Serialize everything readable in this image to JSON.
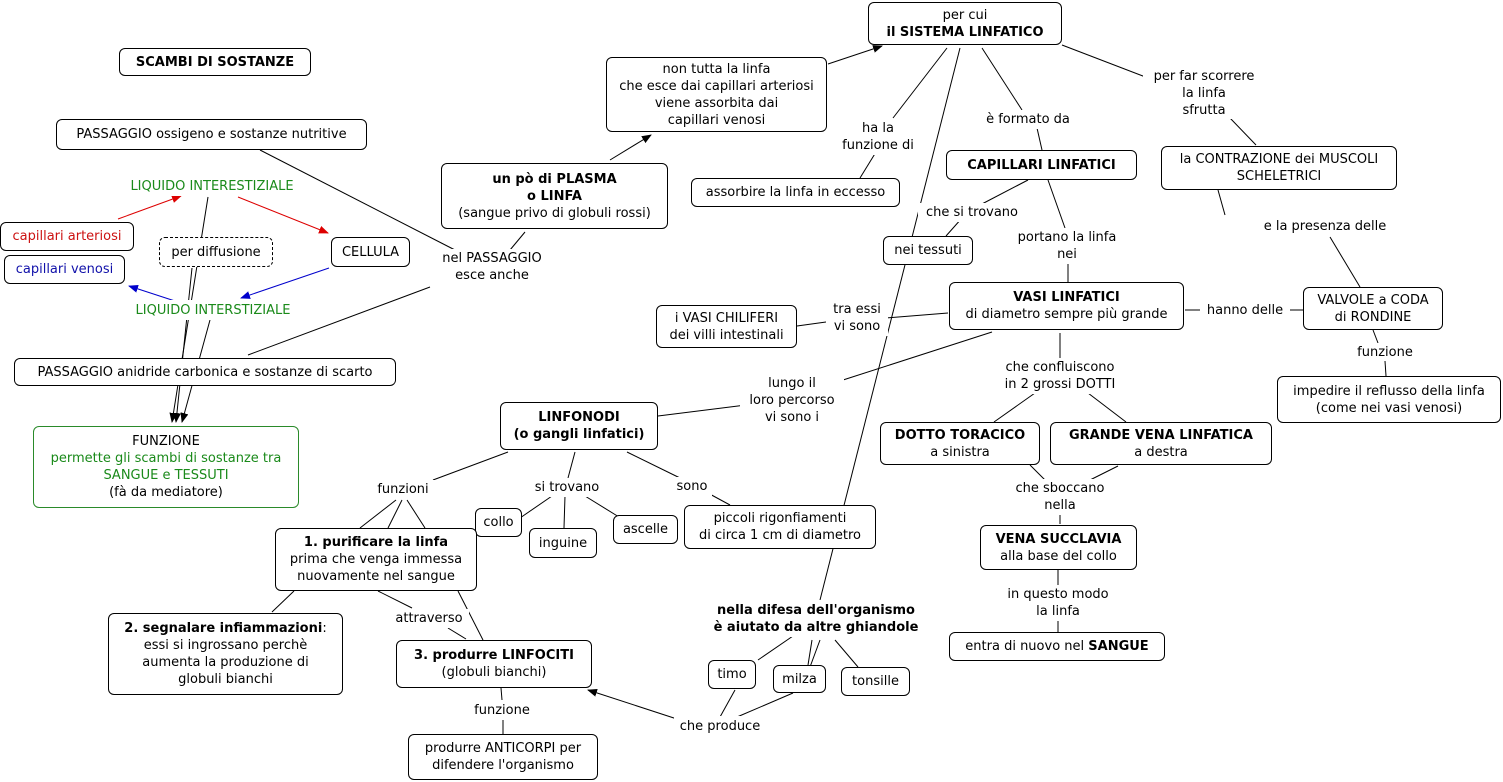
{
  "title": "SCAMBI DI SOSTANZE",
  "left": {
    "passaggio_o2": "PASSAGGIO ossigeno e sostanze nutritive",
    "liquido_top": "LIQUIDO INTERESTIZIALE",
    "liquido_bottom": "LIQUIDO INTERSTIZIALE",
    "capillari_arteriosi": "capillari arteriosi",
    "capillari_venosi": "capillari venosi",
    "per_diffusione": "per diffusione",
    "cellula": "CELLULA",
    "nel_passaggio": [
      "nel PASSAGGIO",
      "esce anche"
    ],
    "passaggio_co2": "PASSAGGIO anidride carbonica e sostanze di scarto",
    "funzione": {
      "l1": "FUNZIONE",
      "l2": "permette gli scambi di sostanze tra",
      "l3": "SANGUE e TESSUTI",
      "l4": "(fà da mediatore)"
    }
  },
  "plasma": {
    "l1": "un pò di PLASMA",
    "l2": "o LINFA",
    "l3": "(sangue privo di globuli rossi)"
  },
  "non_tutta": [
    "non tutta la linfa",
    "che esce dai capillari arteriosi",
    "viene assorbita dai",
    "capillari venosi"
  ],
  "sistema": {
    "l1": "per cui",
    "l2": "il SISTEMA LINFATICO"
  },
  "ha_la_funzione": [
    "ha la",
    "funzione di"
  ],
  "assorbire": "assorbire la linfa in eccesso",
  "formato_da": "è formato da",
  "capillari_linfatici": "CAPILLARI LINFATICI",
  "che_si_trovano": "che si trovano",
  "nei_tessuti": "nei tessuti",
  "portano": [
    "portano la linfa",
    "nei"
  ],
  "vasi": {
    "l1": "VASI LINFATICI",
    "l2": "di diametro sempre più grande"
  },
  "tra_essi": [
    "tra essi",
    "vi sono"
  ],
  "chiliferi": [
    "i VASI CHILIFERI",
    "dei villi intestinali"
  ],
  "hanno_delle": "hanno delle",
  "valvole": [
    "VALVOLE a CODA",
    "di RONDINE"
  ],
  "funzione_valvole": "funzione",
  "impedire": [
    "impedire il reflusso della linfa",
    "(come nei vasi venosi)"
  ],
  "far_scorrere": [
    "per far scorrere",
    "la linfa",
    "sfrutta"
  ],
  "contrazione": [
    "la CONTRAZIONE dei MUSCOLI",
    "SCHELETRICI"
  ],
  "presenza": "e la presenza delle",
  "confluiscono": [
    "che confluiscono",
    "in 2 grossi DOTTI"
  ],
  "dotto": {
    "l1": "DOTTO TORACICO",
    "l2": "a sinistra"
  },
  "grande_vena": {
    "l1": "GRANDE VENA LINFATICA",
    "l2": "a destra"
  },
  "sboccano": [
    "che sboccano",
    "nella"
  ],
  "succlavia": {
    "l1": "VENA SUCCLAVIA",
    "l2": "alla base del collo"
  },
  "in_questo_modo": [
    "in questo modo",
    "la linfa"
  ],
  "entra": {
    "pre": "entra di nuovo nel ",
    "bold": "SANGUE"
  },
  "lungo": [
    "lungo il",
    "loro percorso",
    "vi sono i"
  ],
  "linfonodi": [
    "LINFONODI",
    "(o gangli linfatici)"
  ],
  "funzioni": "funzioni",
  "si_trovano": "si trovano",
  "sono": "sono",
  "collo": "collo",
  "inguine": "inguine",
  "ascelle": "ascelle",
  "rigonfiamenti": [
    "piccoli rigonfiamenti",
    "di circa 1 cm di diametro"
  ],
  "purificare": {
    "l1": "1. purificare la linfa",
    "l2": "prima che venga immessa",
    "l3": "nuovamente nel sangue"
  },
  "segnalare": {
    "bold": "2. segnalare infiammazioni",
    "rest": ":",
    "l2": "essi si ingrossano perchè",
    "l3": "aumenta la produzione di",
    "l4": "globuli bianchi"
  },
  "attraverso": "attraverso",
  "linfociti": {
    "l1": "3. produrre LINFOCITI",
    "l2": "(globuli bianchi)"
  },
  "funzione_linfociti": "funzione",
  "anticorpi": [
    "produrre ANTICORPI per",
    "difendere l'organismo"
  ],
  "difesa": [
    "nella difesa dell'organismo",
    "è aiutato da altre ghiandole"
  ],
  "timo": "timo",
  "milza": "milza",
  "tonsille": "tonsille",
  "che_produce": "che produce",
  "colors": {
    "green": "#1a8a1a",
    "red": "#cc1111",
    "blue": "#1111aa",
    "line": "#000000"
  }
}
